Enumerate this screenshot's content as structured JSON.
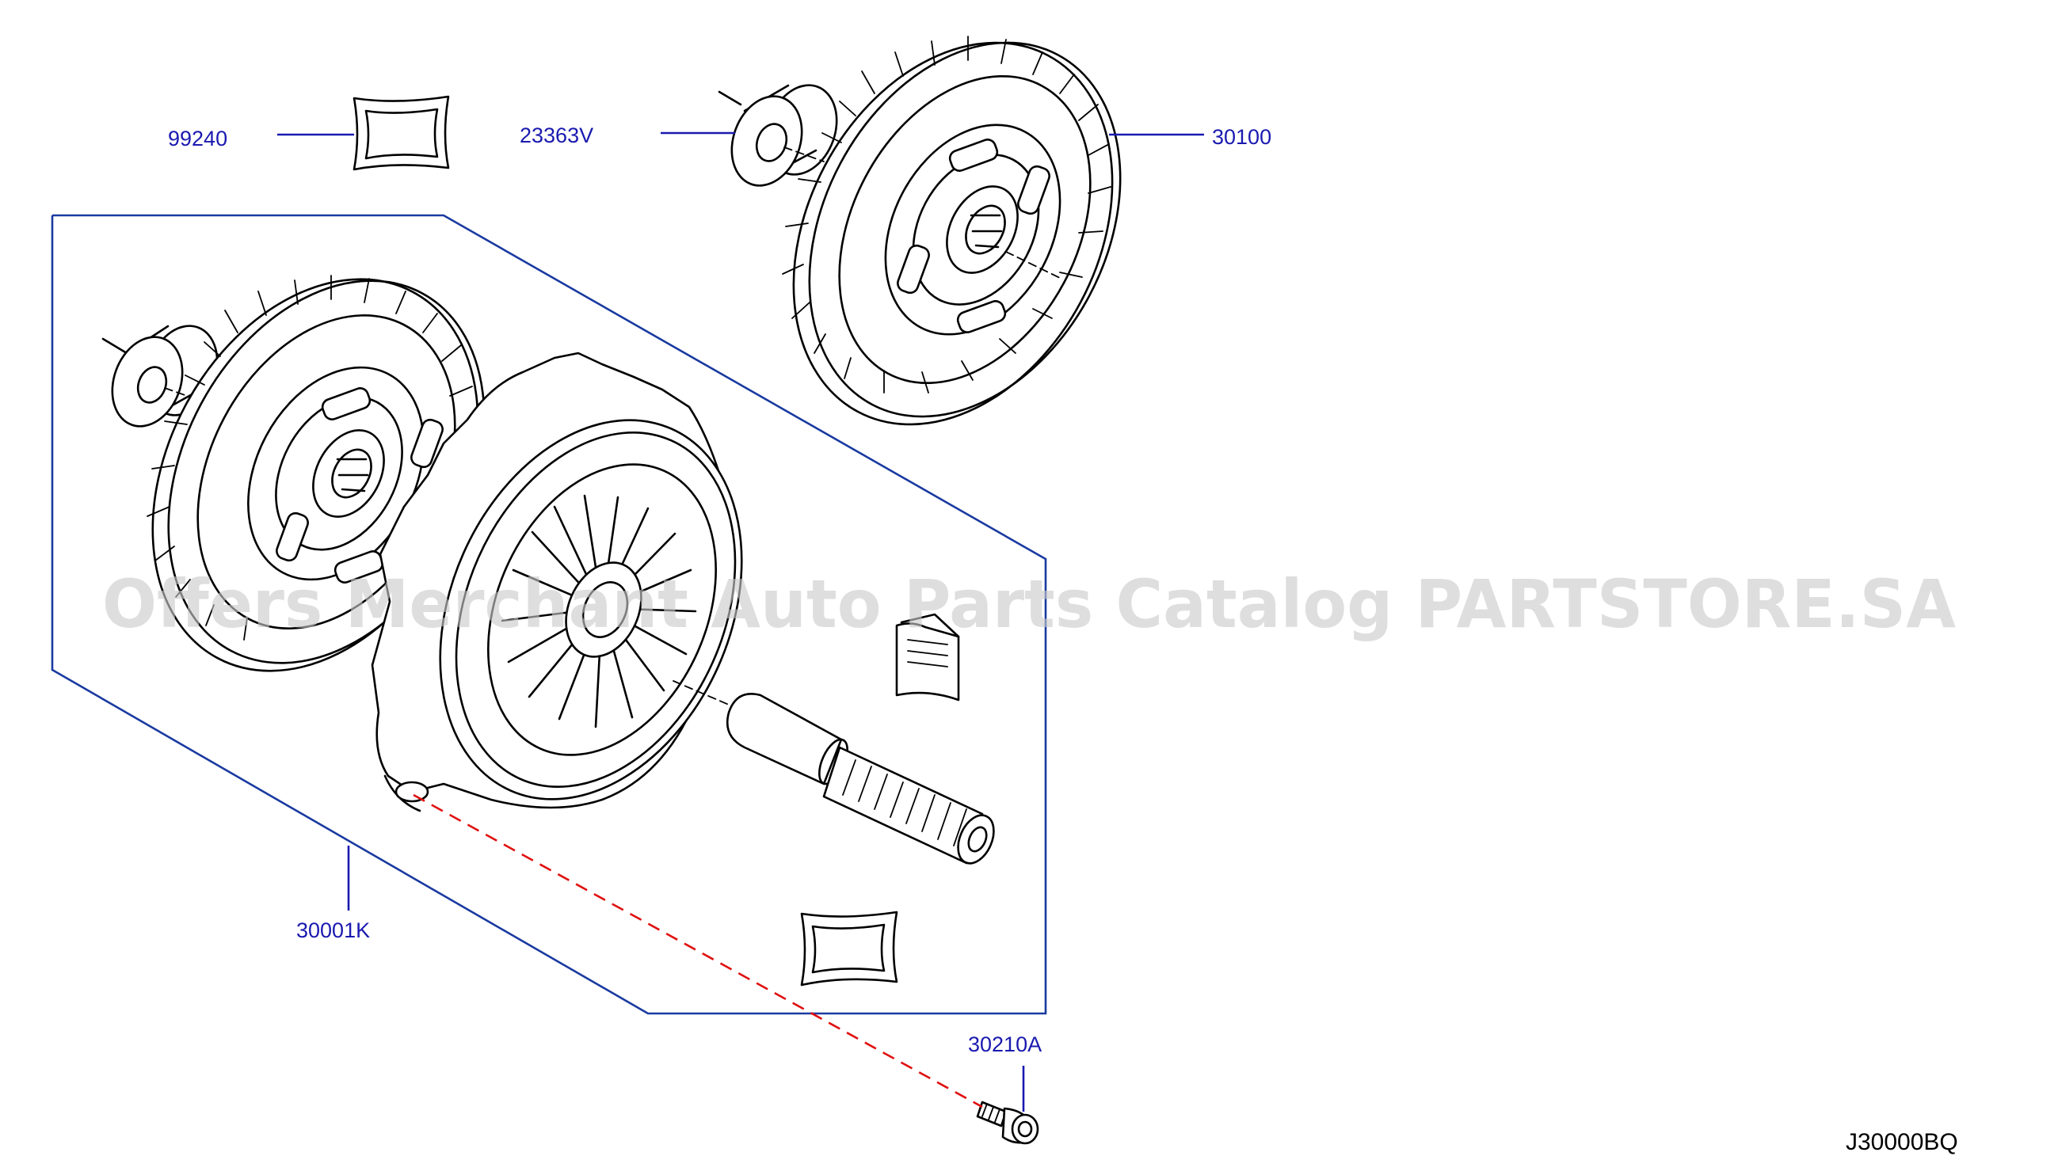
{
  "diagram": {
    "callouts": [
      {
        "id": "c1",
        "text": "99240"
      },
      {
        "id": "c2",
        "text": "23363V"
      },
      {
        "id": "c3",
        "text": "30100"
      },
      {
        "id": "c4",
        "text": "30001K"
      },
      {
        "id": "c5",
        "text": "30210A"
      }
    ],
    "diagram_code": "J30000BQ",
    "watermark": "Offers Merchant Auto Parts Catalog PARTSTORE.SA"
  },
  "colors": {
    "callout_text": "#1a1ab0",
    "kit_frame": "#1a3aa0",
    "dashed_leader": "#e01010",
    "line_art": "#000000",
    "watermark": "#c9c9c9"
  }
}
